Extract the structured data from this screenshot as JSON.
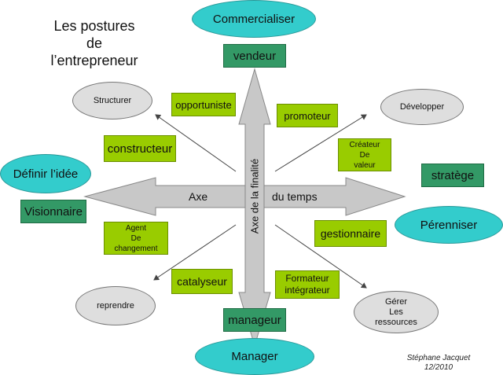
{
  "title": [
    "Les postures",
    "de",
    "l’entrepreneur"
  ],
  "axes": {
    "horizontal": [
      "Axe",
      "du temps"
    ],
    "vertical": "Axe de la finalité"
  },
  "poles": {
    "top": "Commercialiser",
    "left": "Définir l’idée",
    "right": "Pérenniser",
    "bottom": "Manager"
  },
  "diagonals": {
    "top_left": "Structurer",
    "top_right": "Développer",
    "bottom_left": "reprendre",
    "bottom_right": [
      "Gérer",
      "Les",
      "ressources"
    ]
  },
  "roles_green": {
    "top": "vendeur",
    "left": "Visionnaire",
    "right": "stratège",
    "bottom": "manageur"
  },
  "roles_lime": {
    "opportuniste": "opportuniste",
    "promoteur": "promoteur",
    "constructeur": "constructeur",
    "createur": [
      "Créateur",
      "De",
      "valeur"
    ],
    "agent": [
      "Agent",
      "De",
      "changement"
    ],
    "gestionnaire": "gestionnaire",
    "catalyseur": "catalyseur",
    "formateur": [
      "Formateur",
      "intégrateur"
    ]
  },
  "signature": [
    "Stéphane Jacquet",
    "12/2010"
  ],
  "colors": {
    "pole": "#33cccc",
    "diagonal": "#dedede",
    "role_green": "#339966",
    "role_lime": "#99cc00",
    "arrow": "#c8c8c8"
  }
}
